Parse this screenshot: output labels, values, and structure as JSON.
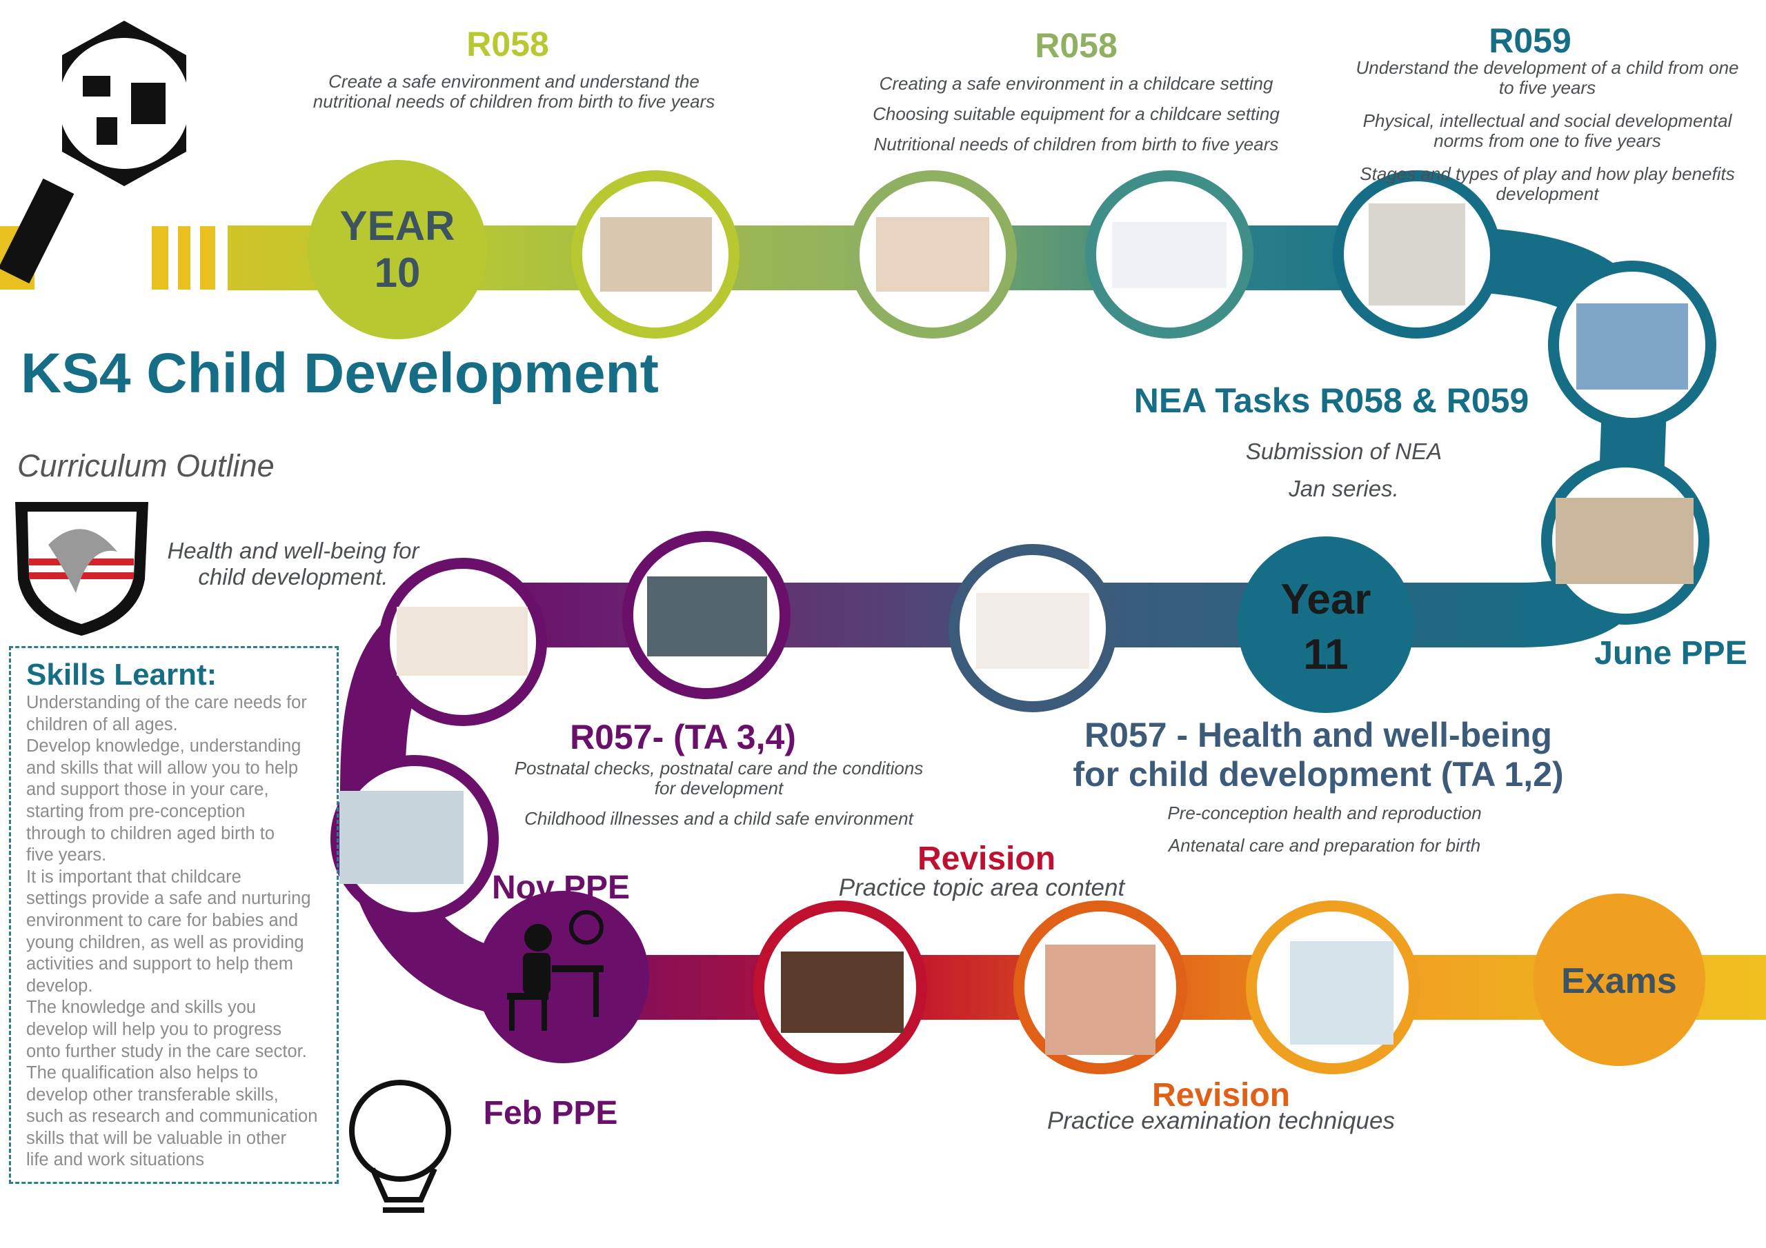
{
  "title": "KS4 Child Development",
  "subtitle": "Curriculum Outline",
  "school_motto": "Health and well-being for child development.",
  "year10": {
    "line1": "YEAR",
    "line2": "10"
  },
  "year11": {
    "line1": "Year",
    "line2": "11"
  },
  "exams": "Exams",
  "r058a": {
    "code": "R058",
    "lines": [
      "Create a safe environment and understand the",
      "nutritional needs of children from birth to five years"
    ]
  },
  "r058b": {
    "code": "R058",
    "lines": [
      "Creating a safe environment in a childcare setting",
      "Choosing suitable equipment for a childcare setting",
      "Nutritional needs of children from birth to five years"
    ]
  },
  "r059": {
    "code": "R059",
    "lines": [
      "Understand the development of a child from one",
      "to five years",
      "Physical, intellectual and social developmental",
      "norms from one to five years",
      "Stages and types of play and how play benefits",
      "development"
    ]
  },
  "nea": {
    "title": "NEA Tasks R058 & R059",
    "lines": [
      "Submission of NEA",
      "Jan series."
    ]
  },
  "june_ppe": "June PPE",
  "r057a": {
    "title": "R057- (TA 3,4)",
    "lines": [
      "Postnatal checks, postnatal care and the conditions",
      "for development",
      "Childhood illnesses and a child safe environment"
    ]
  },
  "r057b": {
    "title1": "R057 - Health and well-being",
    "title2": "for child development (TA 1,2)",
    "lines": [
      "Pre-conception health and reproduction",
      "Antenatal care and preparation for birth"
    ]
  },
  "revision1": {
    "title": "Revision",
    "line": "Practice topic area content"
  },
  "revision2": {
    "title": "Revision",
    "line": "Practice examination techniques"
  },
  "nov_ppe": "Nov PPE",
  "feb_ppe": "Feb PPE",
  "skills": {
    "heading": "Skills Learnt:",
    "body": "Understanding of the care needs for\nchildren of all ages.\nDevelop knowledge, understanding\nand skills that will allow you to help\nand support those in your care,\nstarting from pre-conception\nthrough to children aged birth to\nfive years.\n It is important that childcare\nsettings provide a safe and nurturing\nenvironment to care for babies and\nyoung children, as well as providing\nactivities and support to help them\ndevelop.\nThe knowledge and skills you\ndevelop will help you to progress\nonto further study in the care sector.\nThe qualification also helps to\ndevelop other transferable skills,\nsuch as research and communication\nskills that will be valuable in other\nlife and work situations"
  },
  "colors": {
    "yellow": "#e8c020",
    "lime": "#b8c830",
    "green": "#8fb060",
    "teal": "#156e85",
    "slate": "#3c5a7a",
    "purple": "#6a0f6a",
    "red": "#c0102f",
    "orange": "#e06018",
    "amber": "#f0a020"
  }
}
